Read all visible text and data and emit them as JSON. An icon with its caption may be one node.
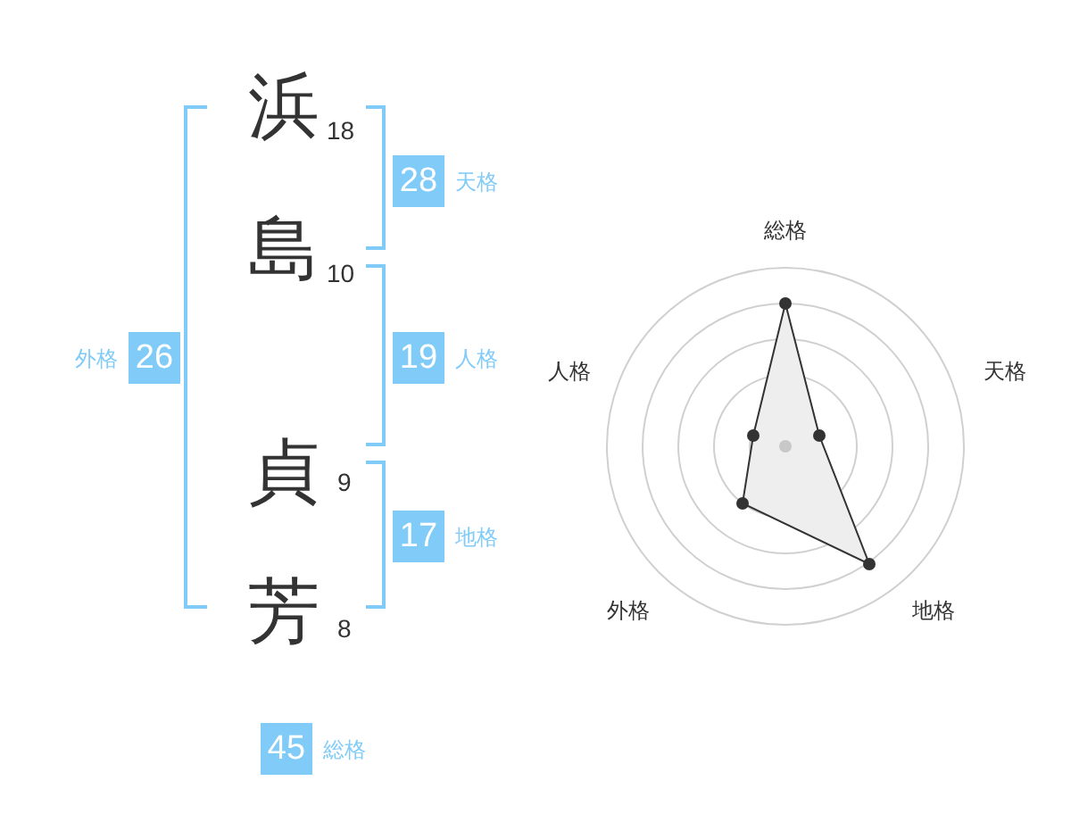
{
  "diagram": {
    "nodes": [
      {
        "text": [
          "28"
        ],
        "beside": [
          "天格"
        ]
      },
      {
        "text": [
          "19"
        ],
        "beside": [
          "人格"
        ]
      },
      {
        "text": [
          "17"
        ],
        "beside": [
          "地格"
        ]
      },
      {
        "text": [
          "26"
        ],
        "beside": [
          "外格"
        ]
      },
      {
        "text": [
          "45"
        ],
        "beside": [
          "総格"
        ]
      }
    ],
    "labels": [
      "浜",
      "18",
      "島",
      "10",
      "貞",
      "9",
      "芳",
      "8",
      "総格",
      "人格",
      "天格",
      "外格",
      "地格"
    ]
  }
}
